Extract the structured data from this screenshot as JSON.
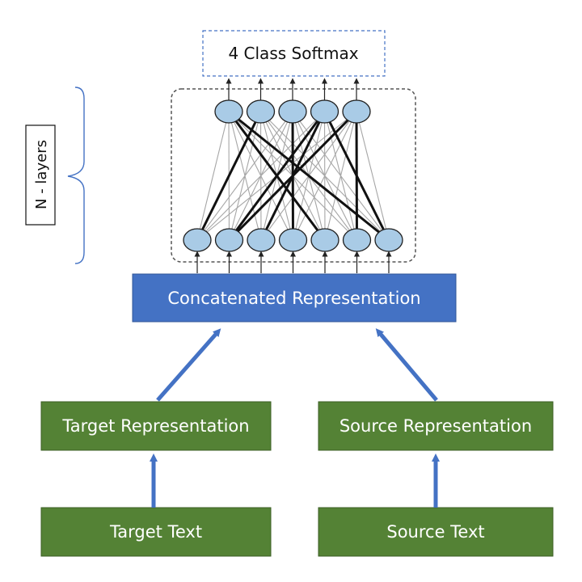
{
  "diagram": {
    "softmax_label": "4 Class Softmax",
    "layers_label": "N - layers",
    "concat_label": "Concatenated Representation",
    "target_repr_label": "Target Representation",
    "source_repr_label": "Source Representation",
    "target_text_label": "Target Text",
    "source_text_label": "Source Text",
    "network": {
      "input_nodes": 7,
      "output_nodes": 5,
      "highlighted_connections": [
        [
          0,
          1
        ],
        [
          1,
          3
        ],
        [
          1,
          4
        ],
        [
          2,
          3
        ],
        [
          3,
          2
        ],
        [
          4,
          0
        ],
        [
          5,
          4
        ],
        [
          6,
          0
        ],
        [
          6,
          3
        ]
      ]
    }
  },
  "colors": {
    "blue_box": "#4472c4",
    "green_box": "#548235",
    "arrow_blue": "#4472c4",
    "node_fill": "#a9cbe6",
    "node_stroke": "#1f1f1f",
    "bracket": "#4472c4"
  }
}
